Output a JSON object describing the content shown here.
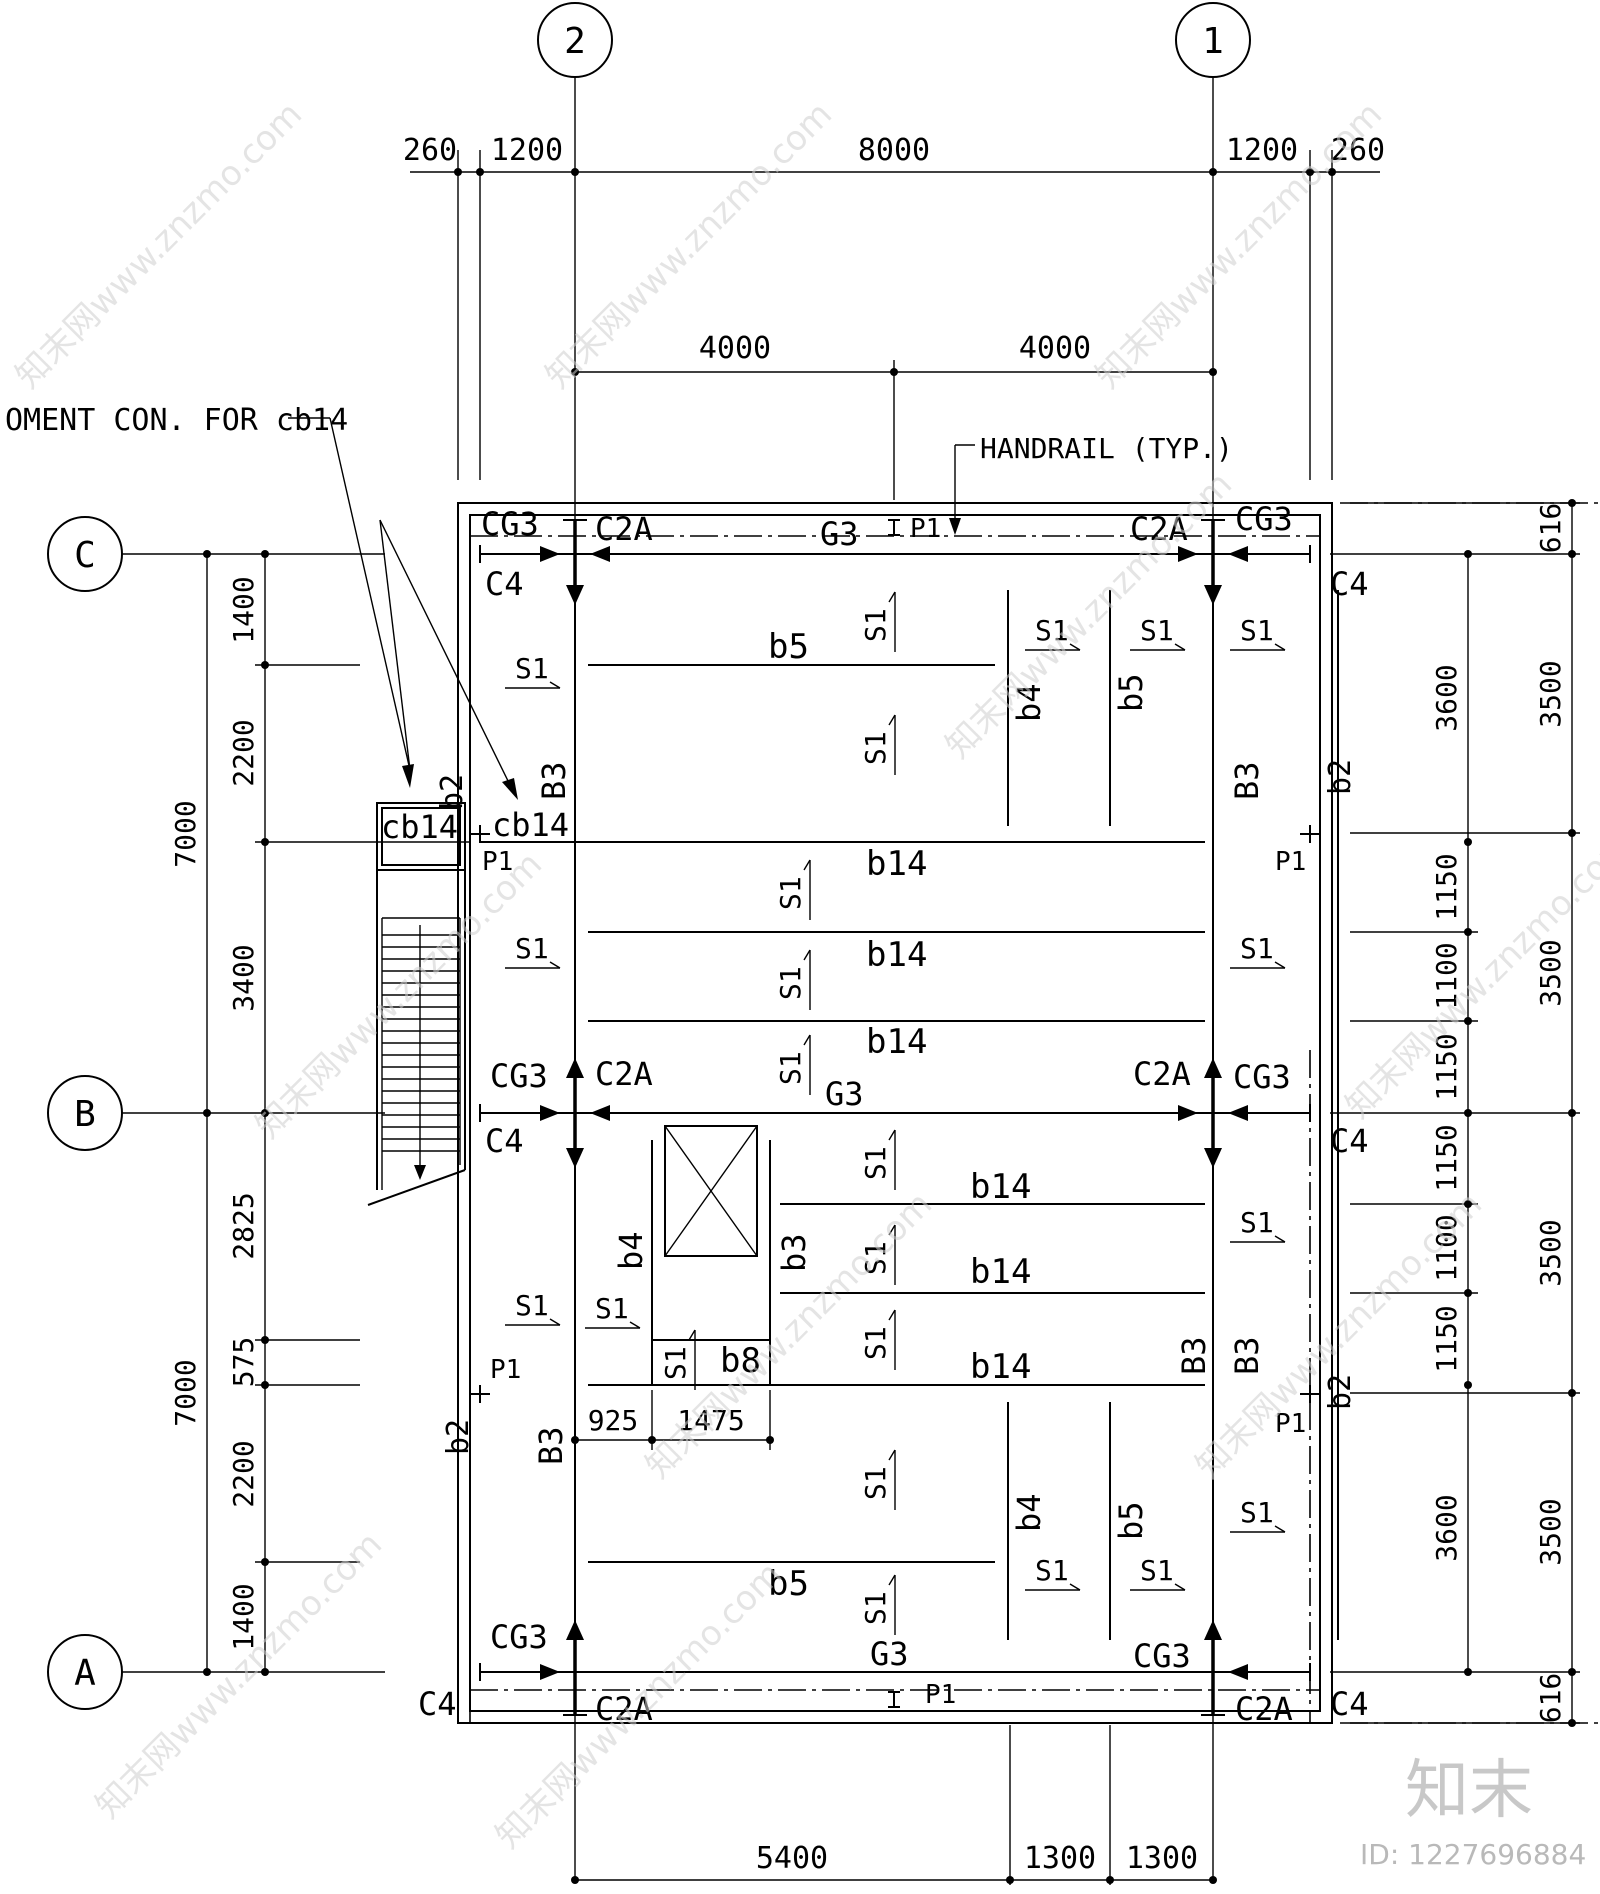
{
  "grid": {
    "cols": [
      "2",
      "1"
    ],
    "rows": [
      "C",
      "B",
      "A"
    ]
  },
  "dims_top": [
    "260",
    "1200",
    "8000",
    "1200",
    "260"
  ],
  "dims_mid": [
    "4000",
    "4000"
  ],
  "dims_bottom": [
    "5400",
    "1300",
    "1300"
  ],
  "dims_left_outer": [
    "7000",
    "7000"
  ],
  "dims_left_inner": [
    "1400",
    "2200",
    "3400",
    "2825",
    "575",
    "2200",
    "1400"
  ],
  "dims_right_inner": [
    "3600",
    "1150",
    "1100",
    "1150",
    "1150",
    "1100",
    "1150",
    "3600"
  ],
  "dims_right_outer": [
    "616",
    "3500",
    "3500",
    "3500",
    "3500",
    "616"
  ],
  "dims_opening": [
    "925",
    "1475"
  ],
  "notes": {
    "moment": "OMENT CON. FOR cb14",
    "handrail": "HANDRAIL (TYP.)"
  },
  "members": {
    "cg3": "CG3",
    "c2a": "C2A",
    "c4": "C4",
    "g3": "G3",
    "p1": "P1",
    "s1": "S1",
    "b2": "b2",
    "b3": "B3",
    "b3_lower": "b3",
    "b4": "b4",
    "b5": "b5",
    "b8": "b8",
    "b14": "b14",
    "cb14": "cb14"
  },
  "watermark": {
    "logo": "知末",
    "id": "ID: 1227696884",
    "site": "知末网www.znzmo.com"
  }
}
